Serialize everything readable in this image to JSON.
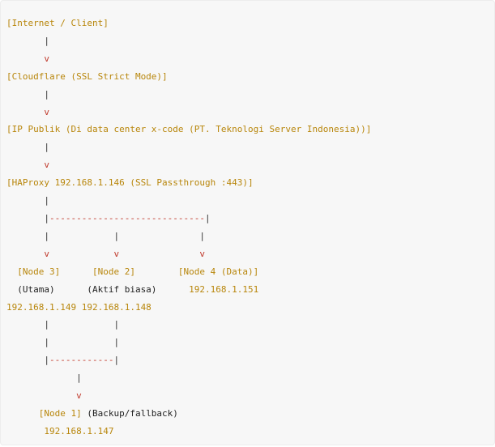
{
  "diagram": {
    "colors": {
      "background": "#f7f7f7",
      "literal": "#b8860b",
      "arrow": "#c0392b",
      "pipe": "#333333",
      "text": "#222222"
    },
    "lines": [
      [
        {
          "t": "[Internet / Client]",
          "c": "lit",
          "n": "internet-client-node"
        }
      ],
      [
        {
          "t": "       |",
          "c": "pipe",
          "n": "connector-pipe"
        }
      ],
      [
        {
          "t": "       v",
          "c": "arrow",
          "n": "connector-arrow"
        }
      ],
      [
        {
          "t": "[Cloudflare (SSL Strict Mode)]",
          "c": "lit",
          "n": "cloudflare-node"
        }
      ],
      [
        {
          "t": "       |",
          "c": "pipe",
          "n": "connector-pipe"
        }
      ],
      [
        {
          "t": "       v",
          "c": "arrow",
          "n": "connector-arrow"
        }
      ],
      [
        {
          "t": "[IP Publik (Di data center x-code (PT. Teknologi Server Indonesia))]",
          "c": "lit",
          "n": "public-ip-node"
        }
      ],
      [
        {
          "t": "       |",
          "c": "pipe",
          "n": "connector-pipe"
        }
      ],
      [
        {
          "t": "       v",
          "c": "arrow",
          "n": "connector-arrow"
        }
      ],
      [
        {
          "t": "[HAProxy 192.168.1.146 (SSL Passthrough :443)]",
          "c": "lit",
          "n": "haproxy-node"
        }
      ],
      [
        {
          "t": "       |",
          "c": "pipe",
          "n": "connector-pipe"
        }
      ],
      [
        {
          "t": "       |",
          "c": "pipe",
          "n": "connector-pipe"
        },
        {
          "t": "-----------------------------",
          "c": "dash",
          "n": "branch-dash-line"
        },
        {
          "t": "|",
          "c": "pipe",
          "n": "connector-pipe"
        }
      ],
      [
        {
          "t": "       |            |               |",
          "c": "pipe",
          "n": "connector-pipes"
        }
      ],
      [
        {
          "t": "       v            v               v",
          "c": "arrow",
          "n": "connector-arrows"
        }
      ],
      [
        {
          "t": "  [Node 3]      [Node 2]        [Node 4 (Data)]",
          "c": "lit",
          "n": "node-labels"
        }
      ],
      [
        {
          "t": "  (Utama)      (Aktif biasa)      ",
          "c": "txt",
          "n": "node-roles"
        },
        {
          "t": "192.168.1.151",
          "c": "lit",
          "n": "node-4-ip"
        }
      ],
      [
        {
          "t": "192.168.1.149 192.168.1.148",
          "c": "lit",
          "n": "node-3-2-ips"
        }
      ],
      [
        {
          "t": "       |            |",
          "c": "pipe",
          "n": "connector-pipes"
        }
      ],
      [
        {
          "t": "       |            |",
          "c": "pipe",
          "n": "connector-pipes"
        }
      ],
      [
        {
          "t": "       |",
          "c": "pipe",
          "n": "connector-pipe"
        },
        {
          "t": "------------",
          "c": "dash",
          "n": "merge-dash-line"
        },
        {
          "t": "|",
          "c": "pipe",
          "n": "connector-pipe"
        }
      ],
      [
        {
          "t": "             |",
          "c": "pipe",
          "n": "connector-pipe"
        }
      ],
      [
        {
          "t": "             v",
          "c": "arrow",
          "n": "connector-arrow"
        }
      ],
      [
        {
          "t": "      [Node 1]",
          "c": "lit",
          "n": "node-1-label"
        },
        {
          "t": " (Backup/fallback)",
          "c": "txt",
          "n": "node-1-role"
        }
      ],
      [
        {
          "t": "       192.168.1.147",
          "c": "lit",
          "n": "node-1-ip"
        }
      ]
    ]
  }
}
